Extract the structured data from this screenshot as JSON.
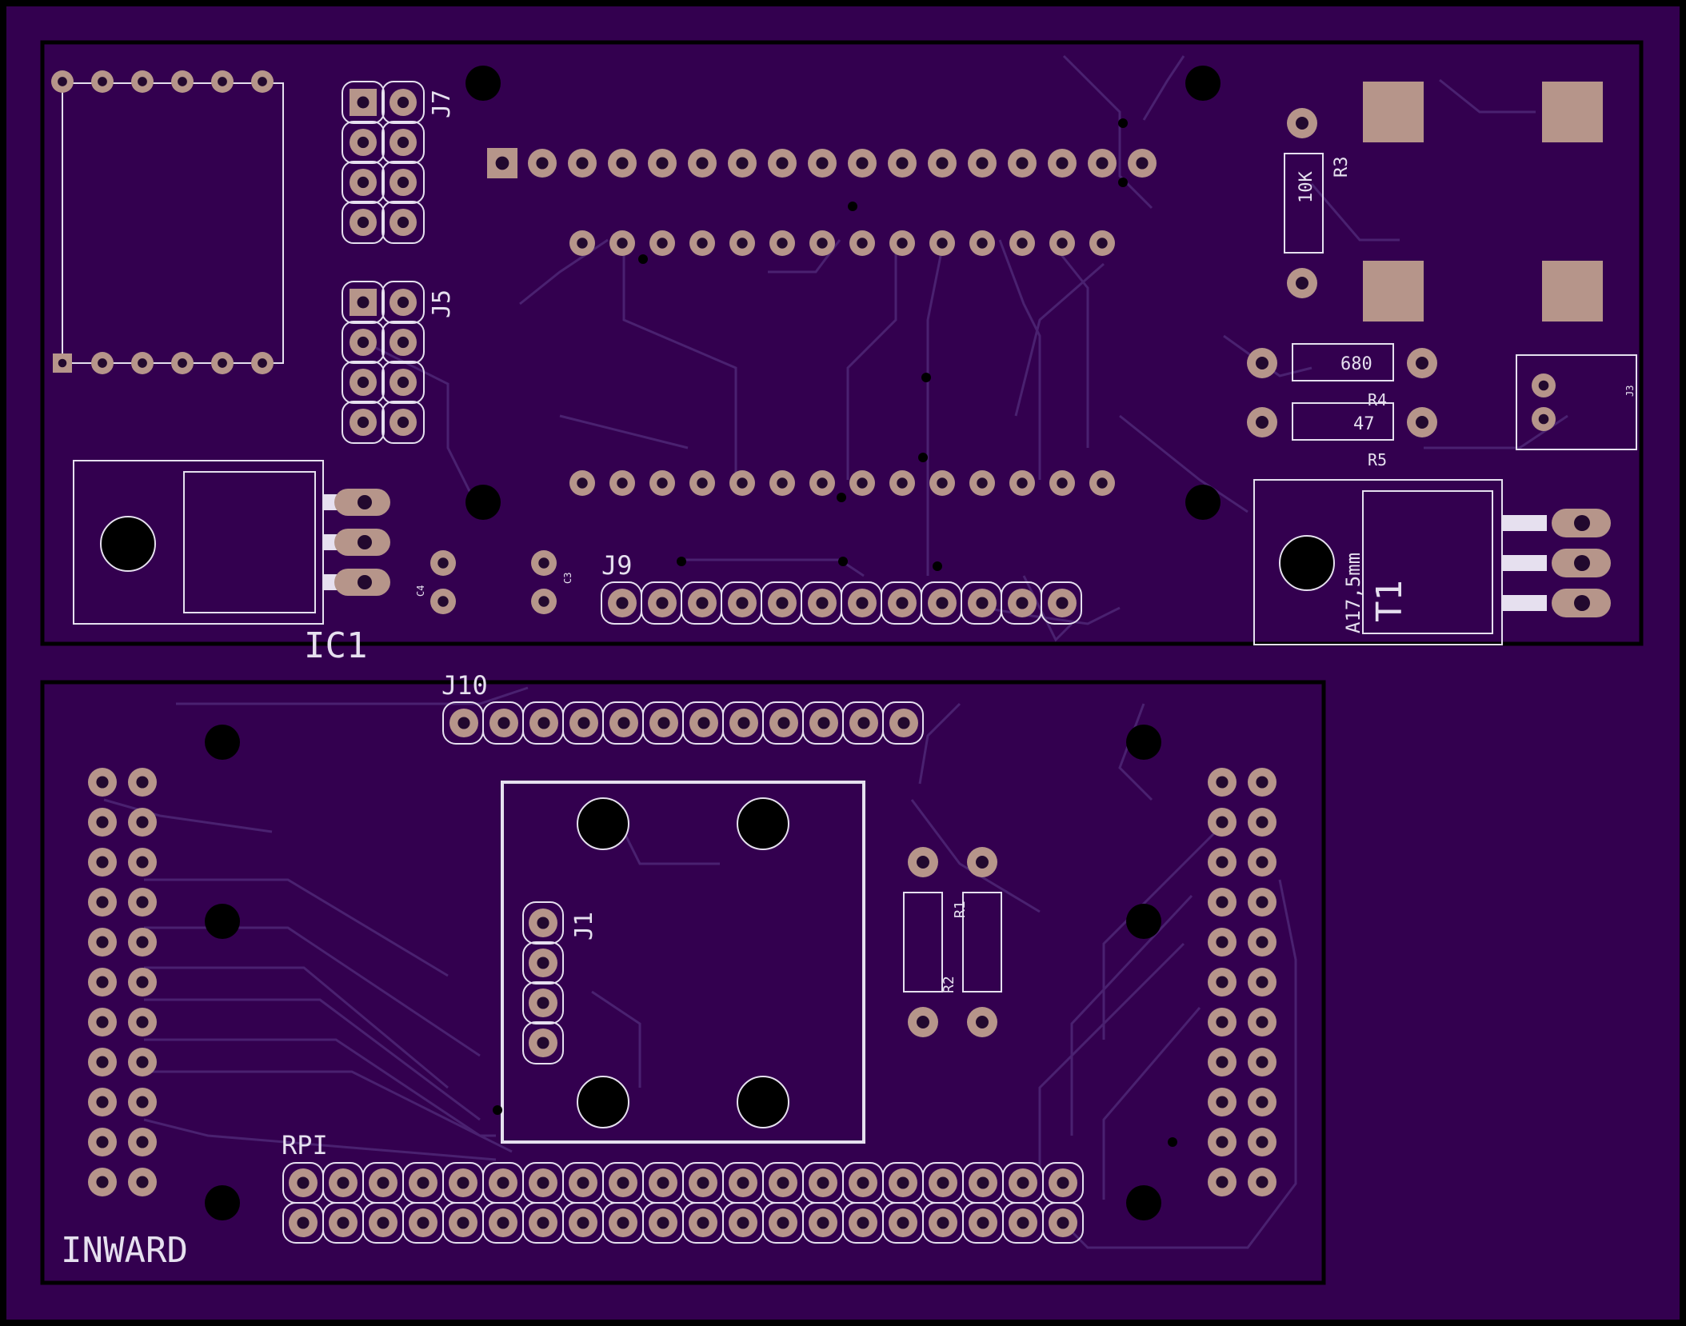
{
  "colors": {
    "background": "#000000",
    "board": "#33004f",
    "board_edge": "#000000",
    "pad": "#b6958a",
    "pad_hole": "#22092e",
    "drill": "#000000",
    "silk": "#e6e0ef",
    "trace": "#4a2170"
  },
  "top_board": {
    "labels": {
      "j7": "J7",
      "j5": "J5",
      "j9": "J9",
      "r3": "R3",
      "r3_value": "10K",
      "r4": "R4",
      "r4_value": "680",
      "r5": "R5",
      "r5_value": "47",
      "j3": "J3",
      "c3": "C3",
      "c4": "C4",
      "ic1": "IC1",
      "t1": "T1",
      "t1_footprint": "A17,5mm"
    }
  },
  "bottom_board": {
    "labels": {
      "j10": "J10",
      "j1": "J1",
      "r1": "R1",
      "r2": "R2",
      "rpi": "RPI",
      "inward": "INWARD"
    }
  }
}
